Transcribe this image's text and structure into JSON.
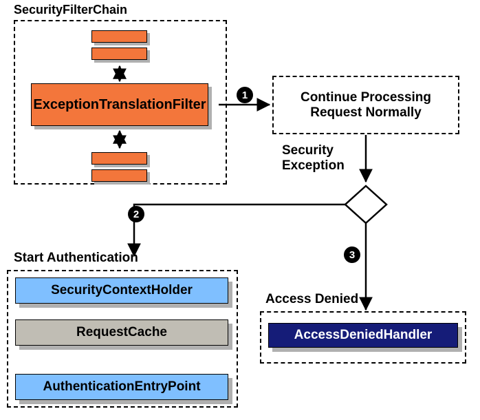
{
  "diagram": {
    "type": "flowchart",
    "title_labels": {
      "security_filter_chain": "SecurityFilterChain",
      "start_authentication": "Start Authentication",
      "access_denied": "Access Denied",
      "security_exception_line1": "Security",
      "security_exception_line2": "Exception"
    },
    "filter_chain": {
      "main_filter": "ExceptionTranslationFilter",
      "bars_above": 2,
      "bars_below": 2
    },
    "continue_box": {
      "line1": "Continue Processing",
      "line2": "Request Normally"
    },
    "start_auth_items": [
      {
        "label": "SecurityContextHolder",
        "color": "#7fbfff"
      },
      {
        "label": "RequestCache",
        "color": "#c0bdb4"
      },
      {
        "label": "AuthenticationEntryPoint",
        "color": "#7fbfff"
      }
    ],
    "access_denied_items": [
      {
        "label": "AccessDeniedHandler",
        "color": "#151c78"
      }
    ],
    "step_markers": [
      {
        "id": "1",
        "glyph": "❶"
      },
      {
        "id": "2",
        "glyph": "❷"
      },
      {
        "id": "3",
        "glyph": "❸"
      }
    ],
    "colors": {
      "orange": "#f3763b",
      "blue": "#7fbfff",
      "gray": "#c0bdb4",
      "navy": "#151c78",
      "shadow": "#b0b0b0",
      "stroke": "#000000"
    }
  }
}
